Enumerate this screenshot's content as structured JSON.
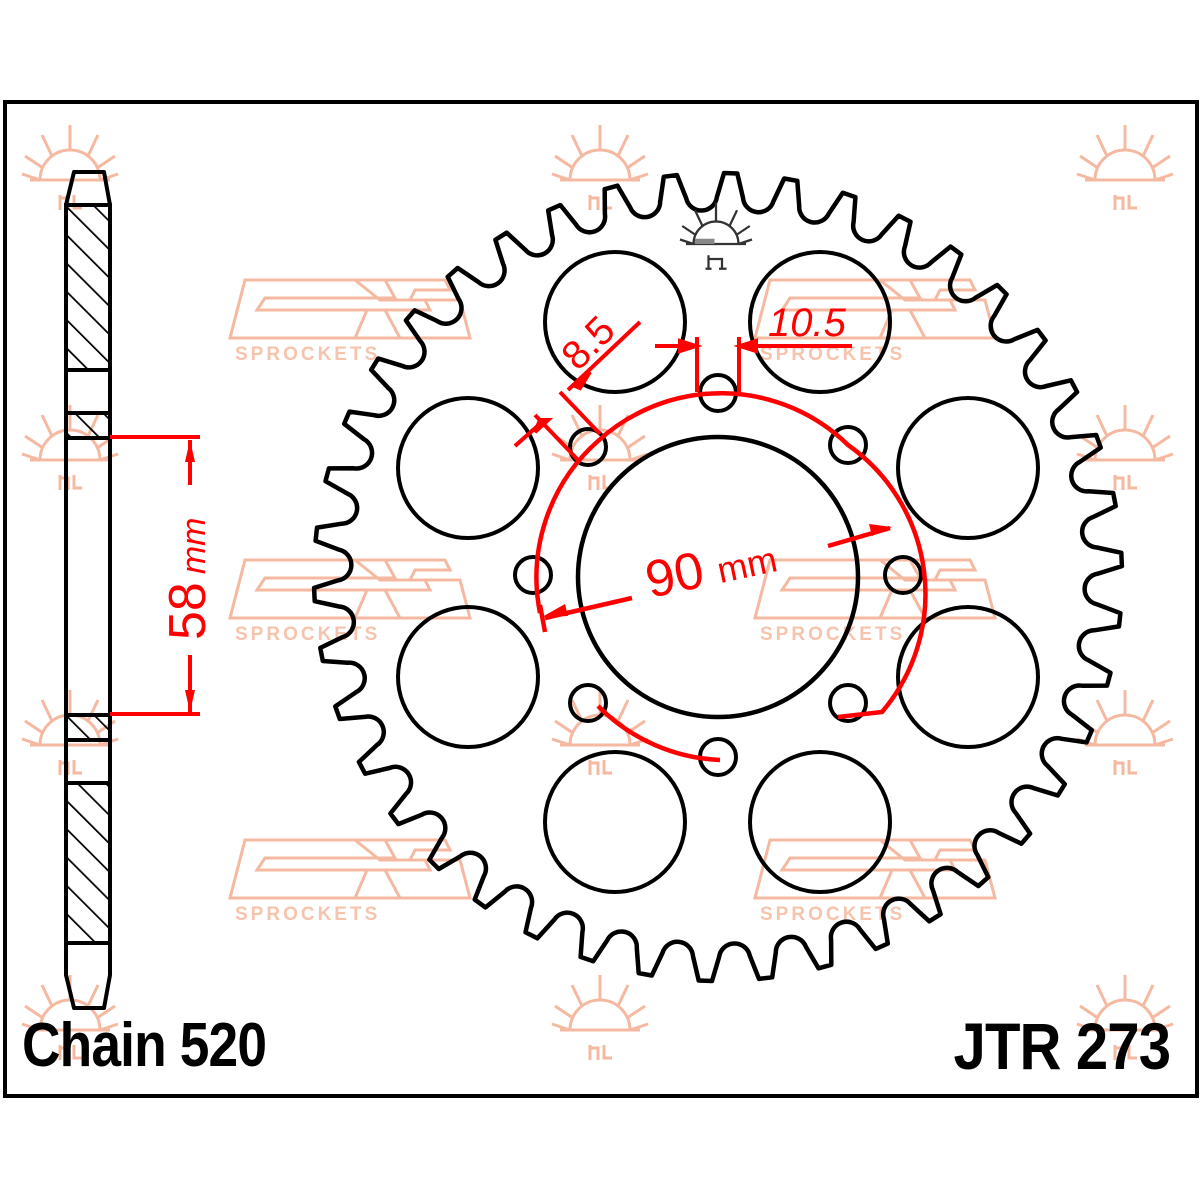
{
  "diagram": {
    "type": "sprocket_technical_drawing",
    "brand_watermark": "SPROCKETS",
    "watermark_color": "#f4b9a0",
    "outline_color": "#000000",
    "dimension_color": "#ff0000",
    "labels": {
      "chain": "Chain 520",
      "part_number": "JTR 273"
    },
    "dimensions": {
      "hub_offset": {
        "value": "58",
        "unit": "mm"
      },
      "pcd": {
        "value": "90",
        "unit": "mm"
      },
      "bolt_hole_diameter": "8.5",
      "bolt_spacing": "10.5"
    },
    "sprocket": {
      "teeth": 42,
      "bolt_holes": 8,
      "lightening_holes": 8
    }
  }
}
